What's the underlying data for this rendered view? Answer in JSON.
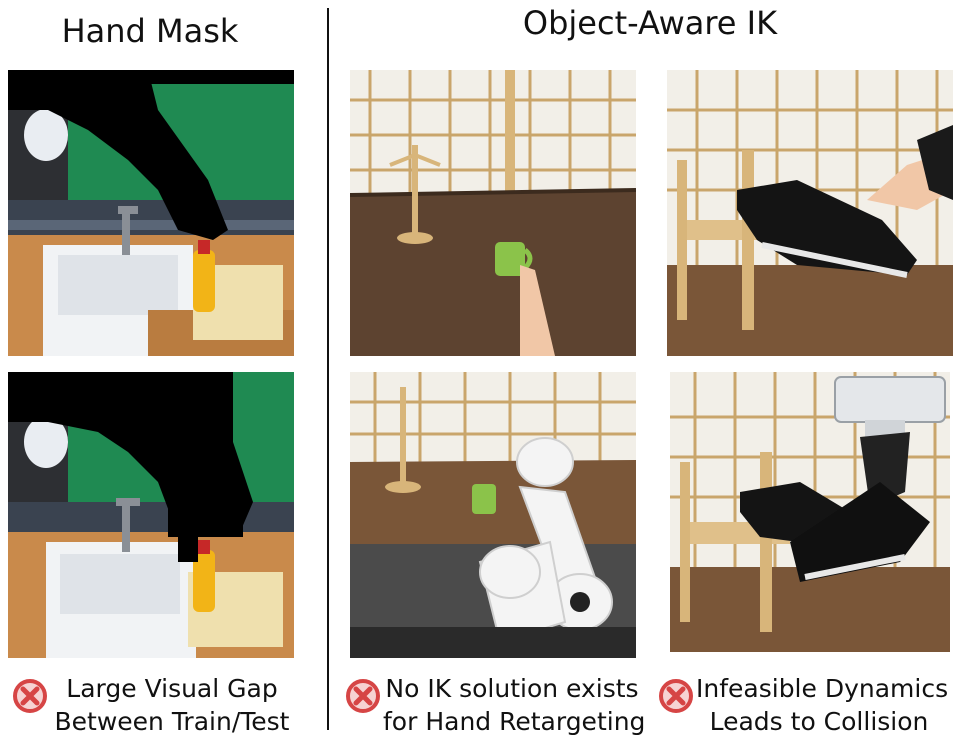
{
  "sections": {
    "left_title": "Hand Mask",
    "right_title": "Object-Aware IK"
  },
  "captions": [
    {
      "line1": "Large Visual Gap",
      "line2": "Between Train/Test",
      "icon": "red-x-circle-icon"
    },
    {
      "line1": "No IK solution exists",
      "line2": "for Hand Retargeting",
      "icon": "red-x-circle-icon"
    },
    {
      "line1": "Infeasible Dynamics",
      "line2": "Leads to Collision",
      "icon": "red-x-circle-icon"
    }
  ],
  "panels": [
    {
      "id": "kitchen-hand-mask-top",
      "depicts": "toy kitchen sink with mustard bottle and black hand-shaped mask"
    },
    {
      "id": "kitchen-hand-mask-bottom",
      "depicts": "toy kitchen sink with mustard bottle and black robot-shaped mask"
    },
    {
      "id": "mug-human-hand",
      "depicts": "human hand holding green mug near wooden mug tree"
    },
    {
      "id": "mug-robot-arm",
      "depicts": "white robot arm near green mug and wooden mug tree"
    },
    {
      "id": "shoe-human-hand",
      "depicts": "human hand placing black sneaker on wooden shelf"
    },
    {
      "id": "shoe-robot-gripper",
      "depicts": "robot gripper holding black sneaker colliding with shelf"
    }
  ],
  "colors": {
    "x_icon": "#d64545",
    "green_screen": "#1f8a52",
    "table_wood": "#6b4f35",
    "mustard": "#f2b417",
    "mug": "#8bc34a"
  }
}
